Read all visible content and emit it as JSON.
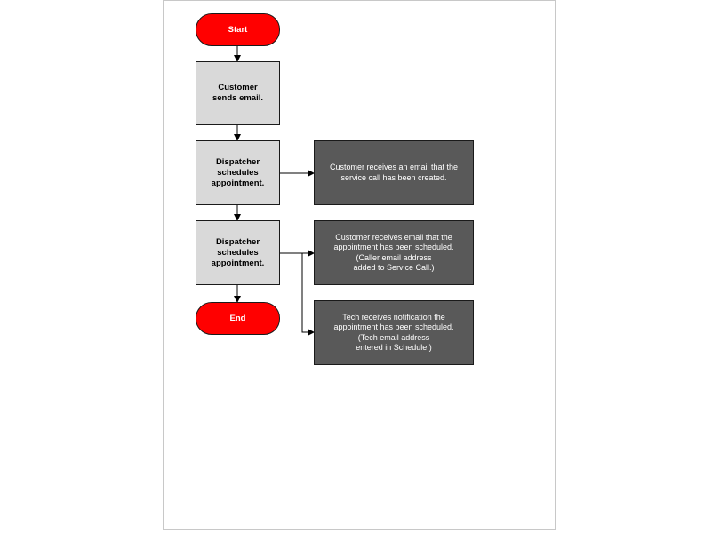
{
  "flowchart": {
    "start": "Start",
    "step1": "Customer\nsends email.",
    "step2": "Dispatcher\nschedules\nappointment.",
    "step3": "Dispatcher\nschedules\nappointment.",
    "end": "End",
    "note1": "Customer receives an email that the\nservice call has been created.",
    "note2": "Customer receives email that the\nappointment has been scheduled.\n(Caller email address\nadded to Service Call.)",
    "note3": "Tech receives notification the\nappointment has been scheduled.\n(Tech email address\nentered in Schedule.)"
  },
  "colors": {
    "terminator": "#ff0000",
    "process": "#d9d9d9",
    "note": "#595959",
    "connector": "#000000"
  }
}
